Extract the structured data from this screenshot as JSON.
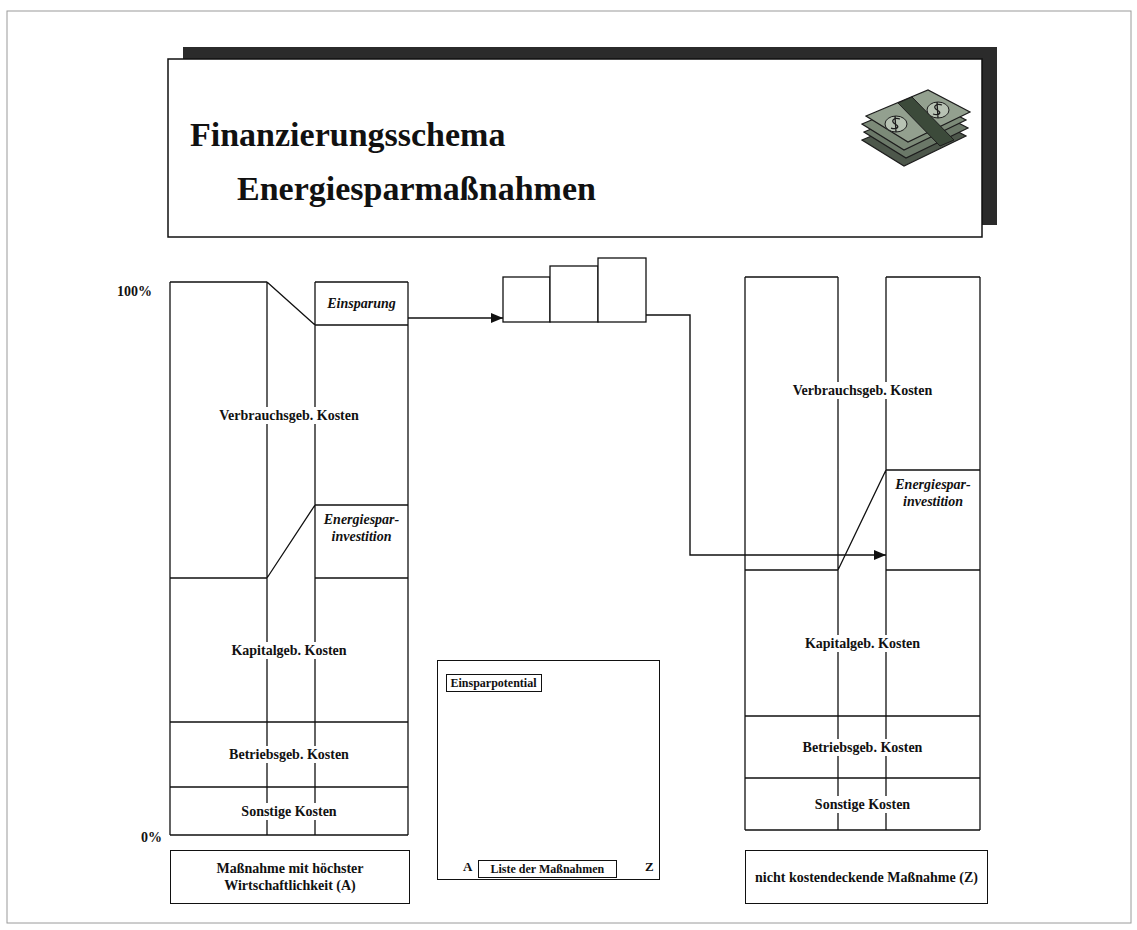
{
  "diagram": {
    "title": "Finanzierungsschema Energiesparmaßnahmen",
    "nodes": [
      {
        "text": [
          "Einsparung"
        ]
      },
      {
        "text": [
          "Verbrauchsgeb. Kosten"
        ]
      },
      {
        "text": [
          "Energiespar- investition"
        ]
      },
      {
        "text": [
          "Kapitalgeb. Kosten"
        ]
      },
      {
        "text": [
          "Betriebsgeb. Kosten"
        ]
      },
      {
        "text": [
          "Sonstige Kosten"
        ]
      },
      {
        "text": [
          "Maßnahme mit höchster Wirtschaftlichkeit (A)"
        ]
      },
      {
        "text": [
          "A",
          "Z"
        ]
      },
      {
        "text": [
          "Einsparpotential"
        ],
        "in": 7
      },
      {
        "text": [
          "Liste der Maßnahmen"
        ],
        "in": 7
      },
      {
        "text": [
          "Verbrauchsgeb. Kosten"
        ]
      },
      {
        "text": [
          "Energiespar- investition"
        ]
      },
      {
        "text": [
          "Kapitalgeb. Kosten"
        ]
      },
      {
        "text": [
          "Betriebsgeb. Kosten"
        ]
      },
      {
        "text": [
          "Sonstige Kosten"
        ]
      },
      {
        "text": [
          "nicht kostendeckende Maßnahme (Z)"
        ]
      }
    ],
    "edges": [
      {
        "from": 0,
        "to": 11,
        "arrow": "to"
      }
    ],
    "labels": [
      "100%",
      "0%"
    ]
  }
}
